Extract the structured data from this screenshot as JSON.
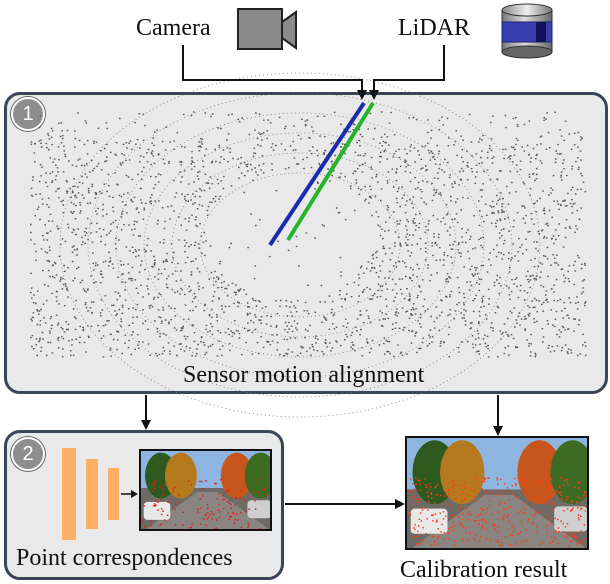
{
  "sensors": {
    "camera_label": "Camera",
    "lidar_label": "LiDAR",
    "camera_icon": "camera-icon",
    "lidar_icon": "lidar-icon"
  },
  "stage1": {
    "number": "1",
    "caption": "Sensor motion alignment",
    "camera_trajectory_color": "#1a2bb0",
    "lidar_trajectory_color": "#22b52a",
    "point_color": "#555555"
  },
  "stage2": {
    "number": "2",
    "caption": "Point correspondences",
    "feature_bar_color": "#ffb066"
  },
  "result": {
    "caption": "Calibration result"
  }
}
